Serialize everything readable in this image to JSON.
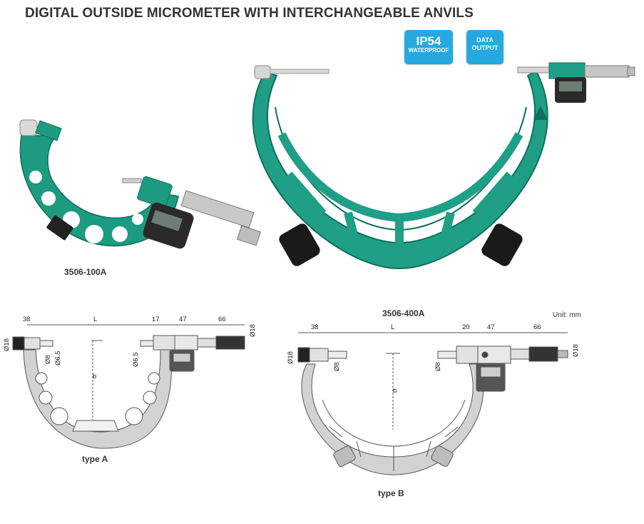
{
  "title": "DIGITAL OUTSIDE MICROMETER WITH INTERCHANGEABLE ANVILS",
  "badges": {
    "ip54": {
      "main": "IP54",
      "sub": "WATERPROOF"
    },
    "data_output": {
      "line1": "DATA",
      "line2": "OUTPUT"
    }
  },
  "colors": {
    "badge": "#25a9e0",
    "frame_green": "#1a9a80",
    "drawing_gray": "#d0d0d0"
  },
  "products": {
    "small": {
      "model": "3506-100A"
    },
    "large": {
      "model": "3506-400A"
    }
  },
  "unit_label": "Unit: mm",
  "drawing_a": {
    "type_label": "type A",
    "dims": {
      "left": "38",
      "length": "L",
      "right": "17",
      "head": "47",
      "thimble": "66",
      "height": "b"
    },
    "diameters": {
      "anvil_frame": "Ø18",
      "anvil": "Ø8",
      "anvil_tip": "Ø6.5",
      "spindle_tip": "Ø6.5",
      "thimble": "Ø18"
    }
  },
  "drawing_b": {
    "type_label": "type B",
    "dims": {
      "left": "38",
      "length": "L",
      "right": "20",
      "head": "47",
      "thimble": "66",
      "height": "b"
    },
    "diameters": {
      "anvil_frame": "Ø18",
      "anvil": "Ø8",
      "spindle": "Ø8",
      "thimble": "Ø18"
    }
  }
}
